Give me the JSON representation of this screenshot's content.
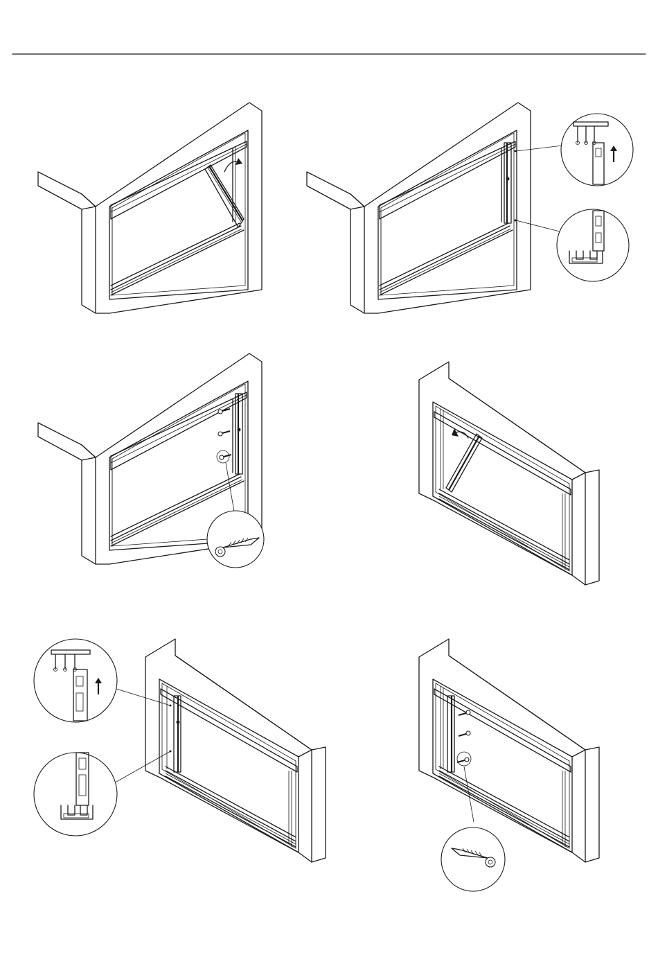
{
  "colors": {
    "line": "#1a1a1a",
    "background": "#ffffff"
  },
  "steps": [
    {
      "id": "step-1",
      "action": "tilt-panel-into-track",
      "arrow": "curved-arrow-icon"
    },
    {
      "id": "step-2",
      "action": "lift-and-seat-panel",
      "details": [
        "top-track-detail",
        "bottom-track-detail"
      ],
      "arrow": "up-arrow-icon"
    },
    {
      "id": "step-3",
      "action": "fix-jamb-with-screws",
      "screws": 3,
      "details": [
        "screw-detail"
      ]
    },
    {
      "id": "step-4",
      "action": "tilt-panel-into-track",
      "arrow": "curved-arrow-icon"
    },
    {
      "id": "step-5",
      "action": "lift-and-seat-panel",
      "details": [
        "top-track-detail",
        "bottom-track-detail"
      ],
      "arrow": "up-arrow-icon"
    },
    {
      "id": "step-6",
      "action": "fix-jamb-with-screws",
      "screws": 3,
      "details": [
        "screw-detail"
      ]
    }
  ]
}
